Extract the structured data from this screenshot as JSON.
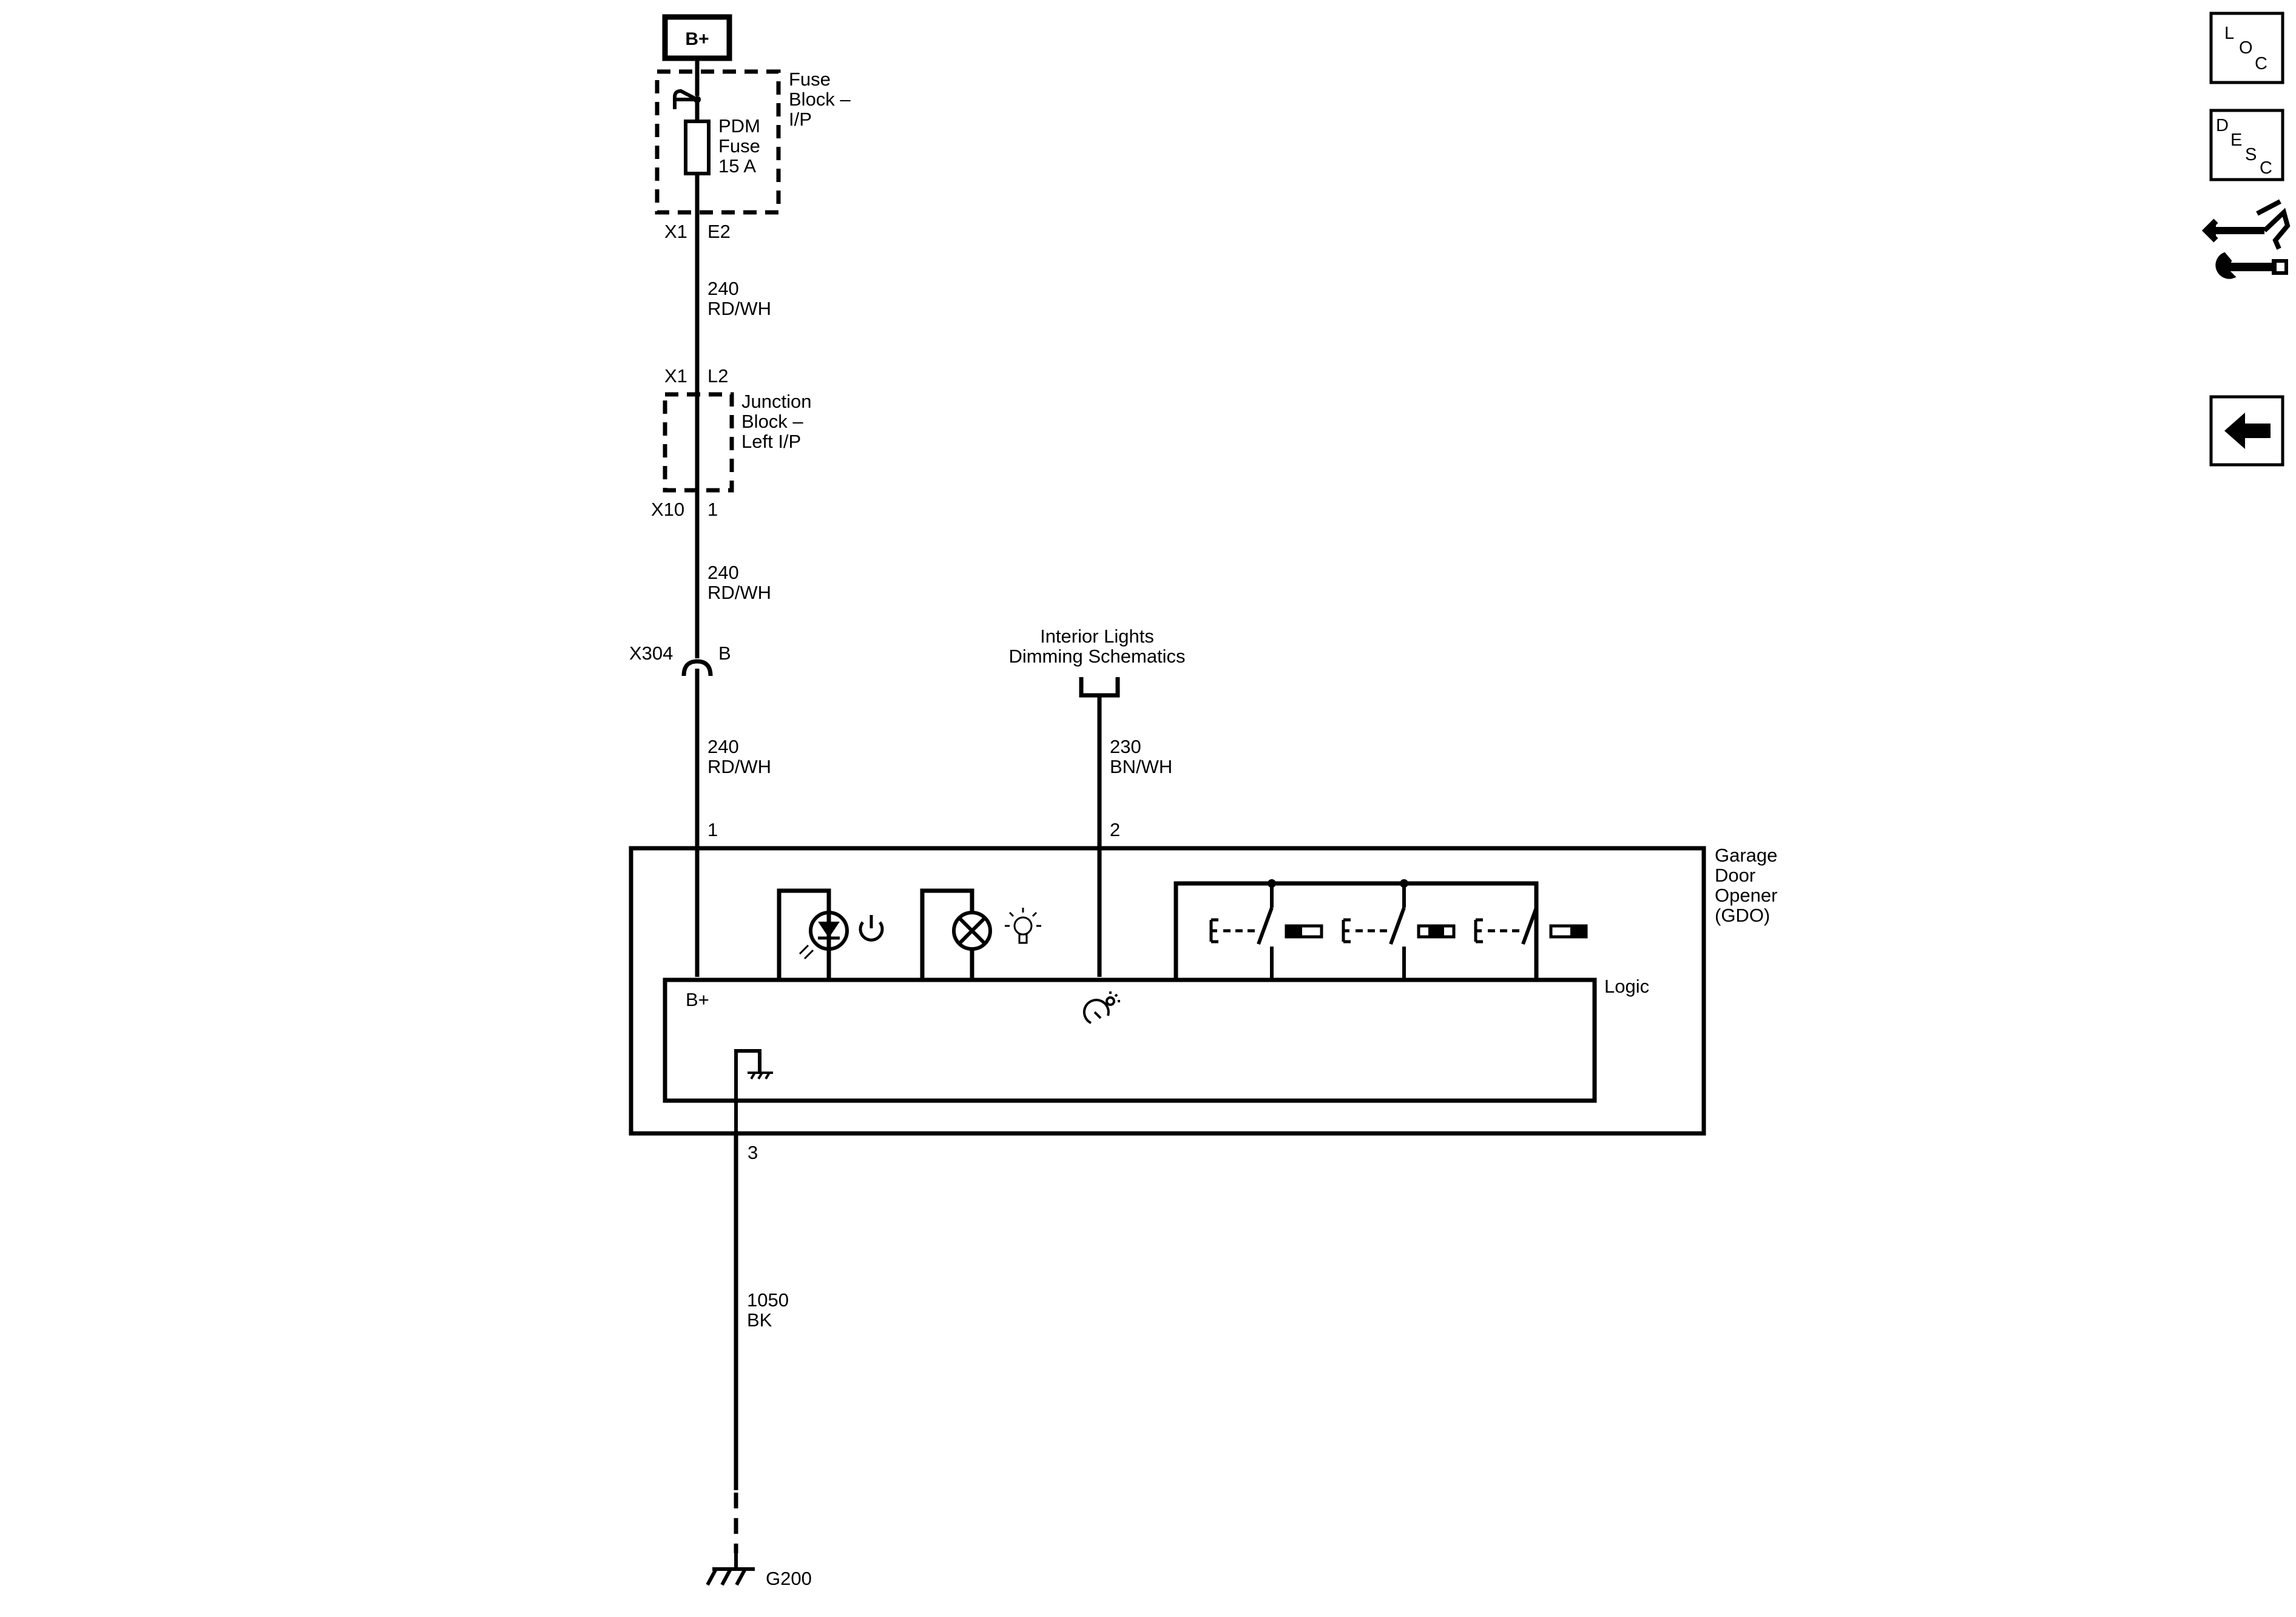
{
  "power_source": "B+",
  "fuse_block": {
    "title_lines": [
      "Fuse",
      "Block –",
      "I/P"
    ],
    "fuse_lines": [
      "PDM",
      "Fuse",
      "15 A"
    ],
    "conn_left": "X1",
    "conn_right": "E2"
  },
  "wire1": {
    "lines": [
      "240",
      "RD/WH"
    ]
  },
  "junction_block": {
    "title_lines": [
      "Junction",
      "Block –",
      "Left I/P"
    ],
    "top_conn_left": "X1",
    "top_conn_right": "L2",
    "bot_conn_left": "X10",
    "bot_conn_right": "1"
  },
  "wire2": {
    "lines": [
      "240",
      "RD/WH"
    ]
  },
  "inline_connector": {
    "name": "X304",
    "pin": "B"
  },
  "wire3": {
    "lines": [
      "240",
      "RD/WH"
    ]
  },
  "interior_lights": {
    "lines": [
      "Interior Lights",
      "Dimming Schematics"
    ],
    "wire_lines": [
      "230",
      "BN/WH"
    ]
  },
  "gdo": {
    "title_lines": [
      "Garage",
      "Door",
      "Opener",
      "(GDO)"
    ],
    "pin_power": "1",
    "pin_dimming": "2",
    "pin_ground": "3",
    "logic_label": "Logic",
    "bplus_label": "B+"
  },
  "ground_wire": {
    "lines": [
      "1050",
      "BK"
    ]
  },
  "ground": {
    "name": "G200"
  },
  "nav": {
    "loc": [
      "L",
      "O",
      "C"
    ],
    "desc": [
      "D",
      "E",
      "S",
      "C"
    ]
  }
}
